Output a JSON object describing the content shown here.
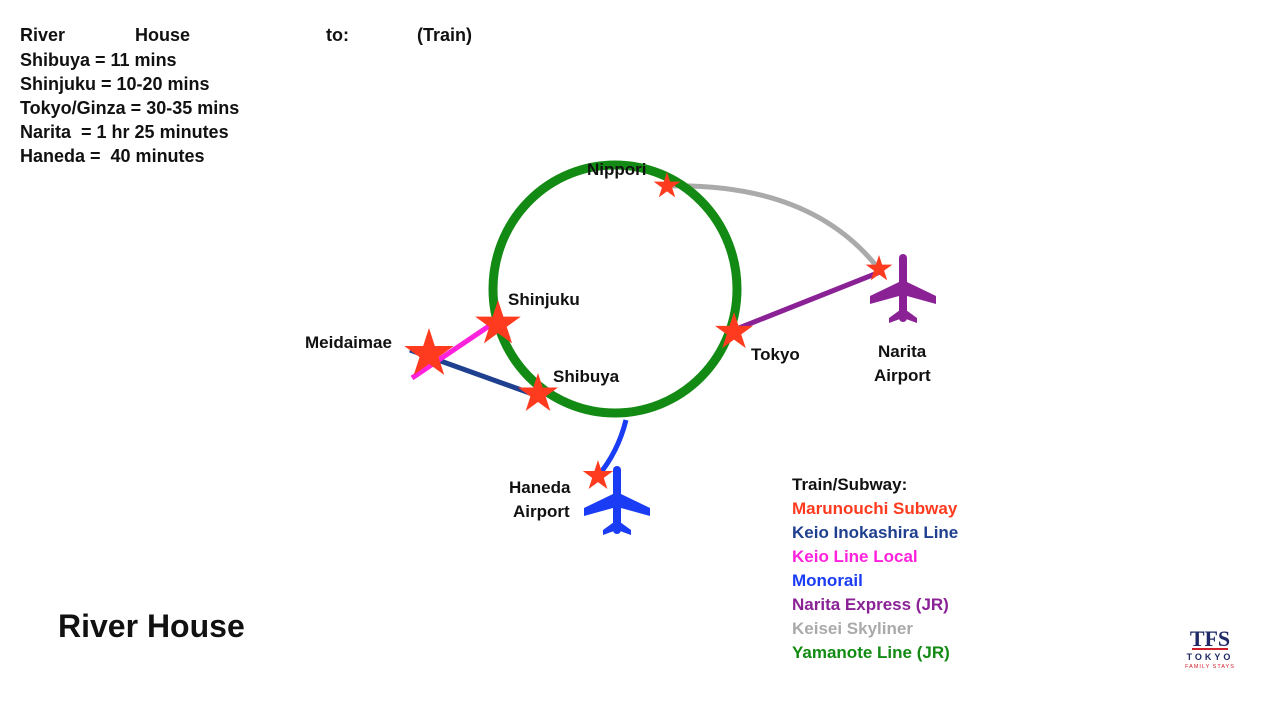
{
  "header": {
    "col1": "River",
    "col2": "House",
    "col3": "to:",
    "col4": "(Train)"
  },
  "times": [
    "Shibuya = 11 mins",
    "Shinjuku = 10-20 mins",
    "Tokyo/Ginza = 30-35 mins",
    "Narita  = 1 hr 25 minutes",
    "Haneda =  40 minutes"
  ],
  "stations": {
    "nippori": "Nippori",
    "shinjuku": "Shinjuku",
    "meidaimae": "Meidaimae",
    "shibuya": "Shibuya",
    "tokyo": "Tokyo",
    "narita_line1": "Narita",
    "narita_line2": "Airport",
    "haneda_line1": "Haneda",
    "haneda_line2": "Airport"
  },
  "legend": {
    "title": "Train/Subway:",
    "items": [
      {
        "label": "Marunouchi Subway",
        "color": "#ff3b1f"
      },
      {
        "label": "Keio Inokashira Line",
        "color": "#1f3f8f"
      },
      {
        "label": "Keio Line Local",
        "color": "#ff22dd"
      },
      {
        "label": "Monorail",
        "color": "#1a3cf5"
      },
      {
        "label": "Narita Express (JR)",
        "color": "#8a2296"
      },
      {
        "label": "Keisei Skyliner",
        "color": "#aaaaaa"
      },
      {
        "label": "Yamanote Line (JR)",
        "color": "#138a13"
      }
    ]
  },
  "line_colors": {
    "yamanote": "#138a13",
    "skyliner": "#aaaaaa",
    "narita_express": "#8a2296",
    "keio_local": "#ff22dd",
    "inokashira": "#1f3f8f",
    "monorail": "#1a3cf5",
    "star": "#ff3b1f",
    "narita_plane": "#8a2296",
    "haneda_plane": "#1a3cf5"
  },
  "icons": {
    "station": "star-icon",
    "airport": "airplane-icon"
  },
  "title": "River House",
  "logo": {
    "letters": "TFS",
    "brand": "TOKYO",
    "tagline": "FAMILY STAYS"
  }
}
